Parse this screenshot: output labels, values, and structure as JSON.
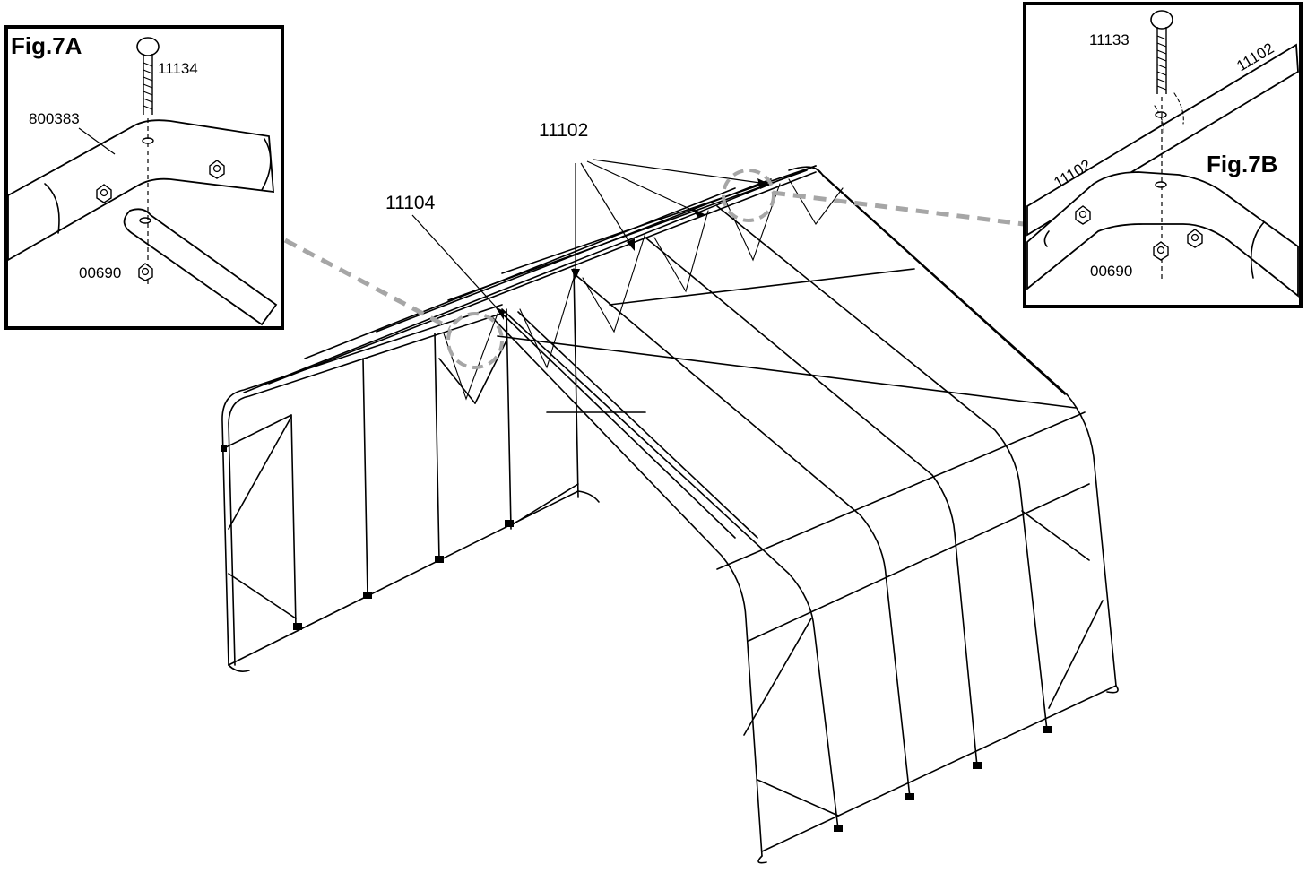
{
  "main_callouts": {
    "ridge_pipe": "11102",
    "ridge_connector": "11104"
  },
  "fig7a": {
    "title": "Fig.7A",
    "bolt": "11134",
    "connector": "800383",
    "nut": "00690"
  },
  "fig7b": {
    "title": "Fig.7B",
    "bolt": "11133",
    "pipe_upper": "11102",
    "pipe_lower": "11102",
    "nut": "00690"
  },
  "colors": {
    "line": "#000000",
    "leader_dashed": "#a6a6a6",
    "background": "#ffffff"
  }
}
